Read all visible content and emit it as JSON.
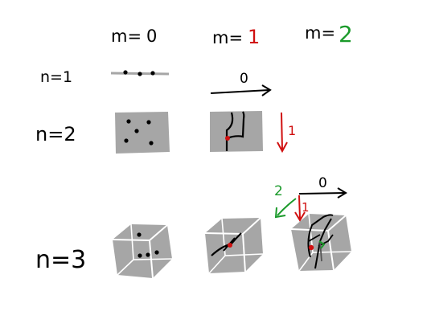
{
  "columns": {
    "m0": {
      "prefix": "m=",
      "value": "0"
    },
    "m1": {
      "prefix": "m=",
      "value": "1"
    },
    "m2": {
      "prefix": "m=",
      "value": "2"
    }
  },
  "rows": {
    "n1": "n=1",
    "n2": "n=2",
    "n3": "n=3"
  },
  "arrows": {
    "a0": "0",
    "a1": "1",
    "b0": "0",
    "b1": "1",
    "b2": "2"
  },
  "colors": {
    "ink": "#000000",
    "shape_fill": "#a6a6a6",
    "shape_edge": "#ffffff",
    "red": "#d01010",
    "green": "#1a9a2a"
  }
}
